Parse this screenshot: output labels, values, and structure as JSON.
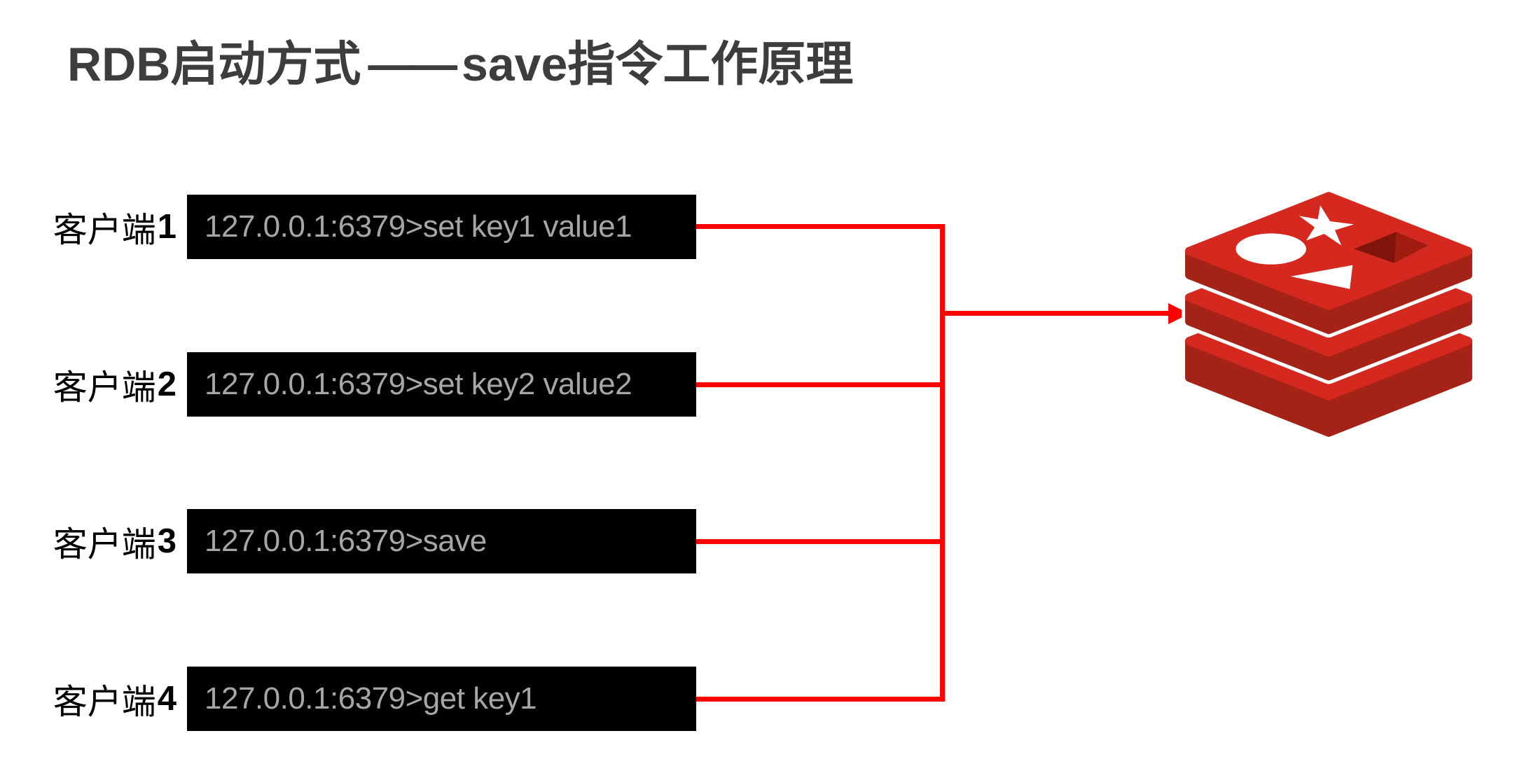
{
  "title": {
    "rdb": "RDB",
    "cn1": "启动方式",
    "dash": "——",
    "save": "save",
    "cn2": "指令工作原理"
  },
  "clients": [
    {
      "label": "客户端",
      "num": "1",
      "command": "127.0.0.1:6379>set key1 value1"
    },
    {
      "label": "客户端",
      "num": "2",
      "command": "127.0.0.1:6379>set key2 value2"
    },
    {
      "label": "客户端",
      "num": "3",
      "command": "127.0.0.1:6379>save"
    },
    {
      "label": "客户端",
      "num": "4",
      "command": "127.0.0.1:6379>get key1"
    }
  ],
  "server": {
    "icon": "redis-logo"
  },
  "colors": {
    "connector_red": "#ff0000",
    "terminal_bg": "#000000",
    "terminal_text": "#a6a6a6",
    "title_text": "#3d3d3d",
    "label_text": "#000000",
    "redis_face": "#d5281f",
    "redis_side": "#a42316",
    "redis_hole_dark": "#7f140b",
    "redis_hole_floor": "#a01c10"
  }
}
